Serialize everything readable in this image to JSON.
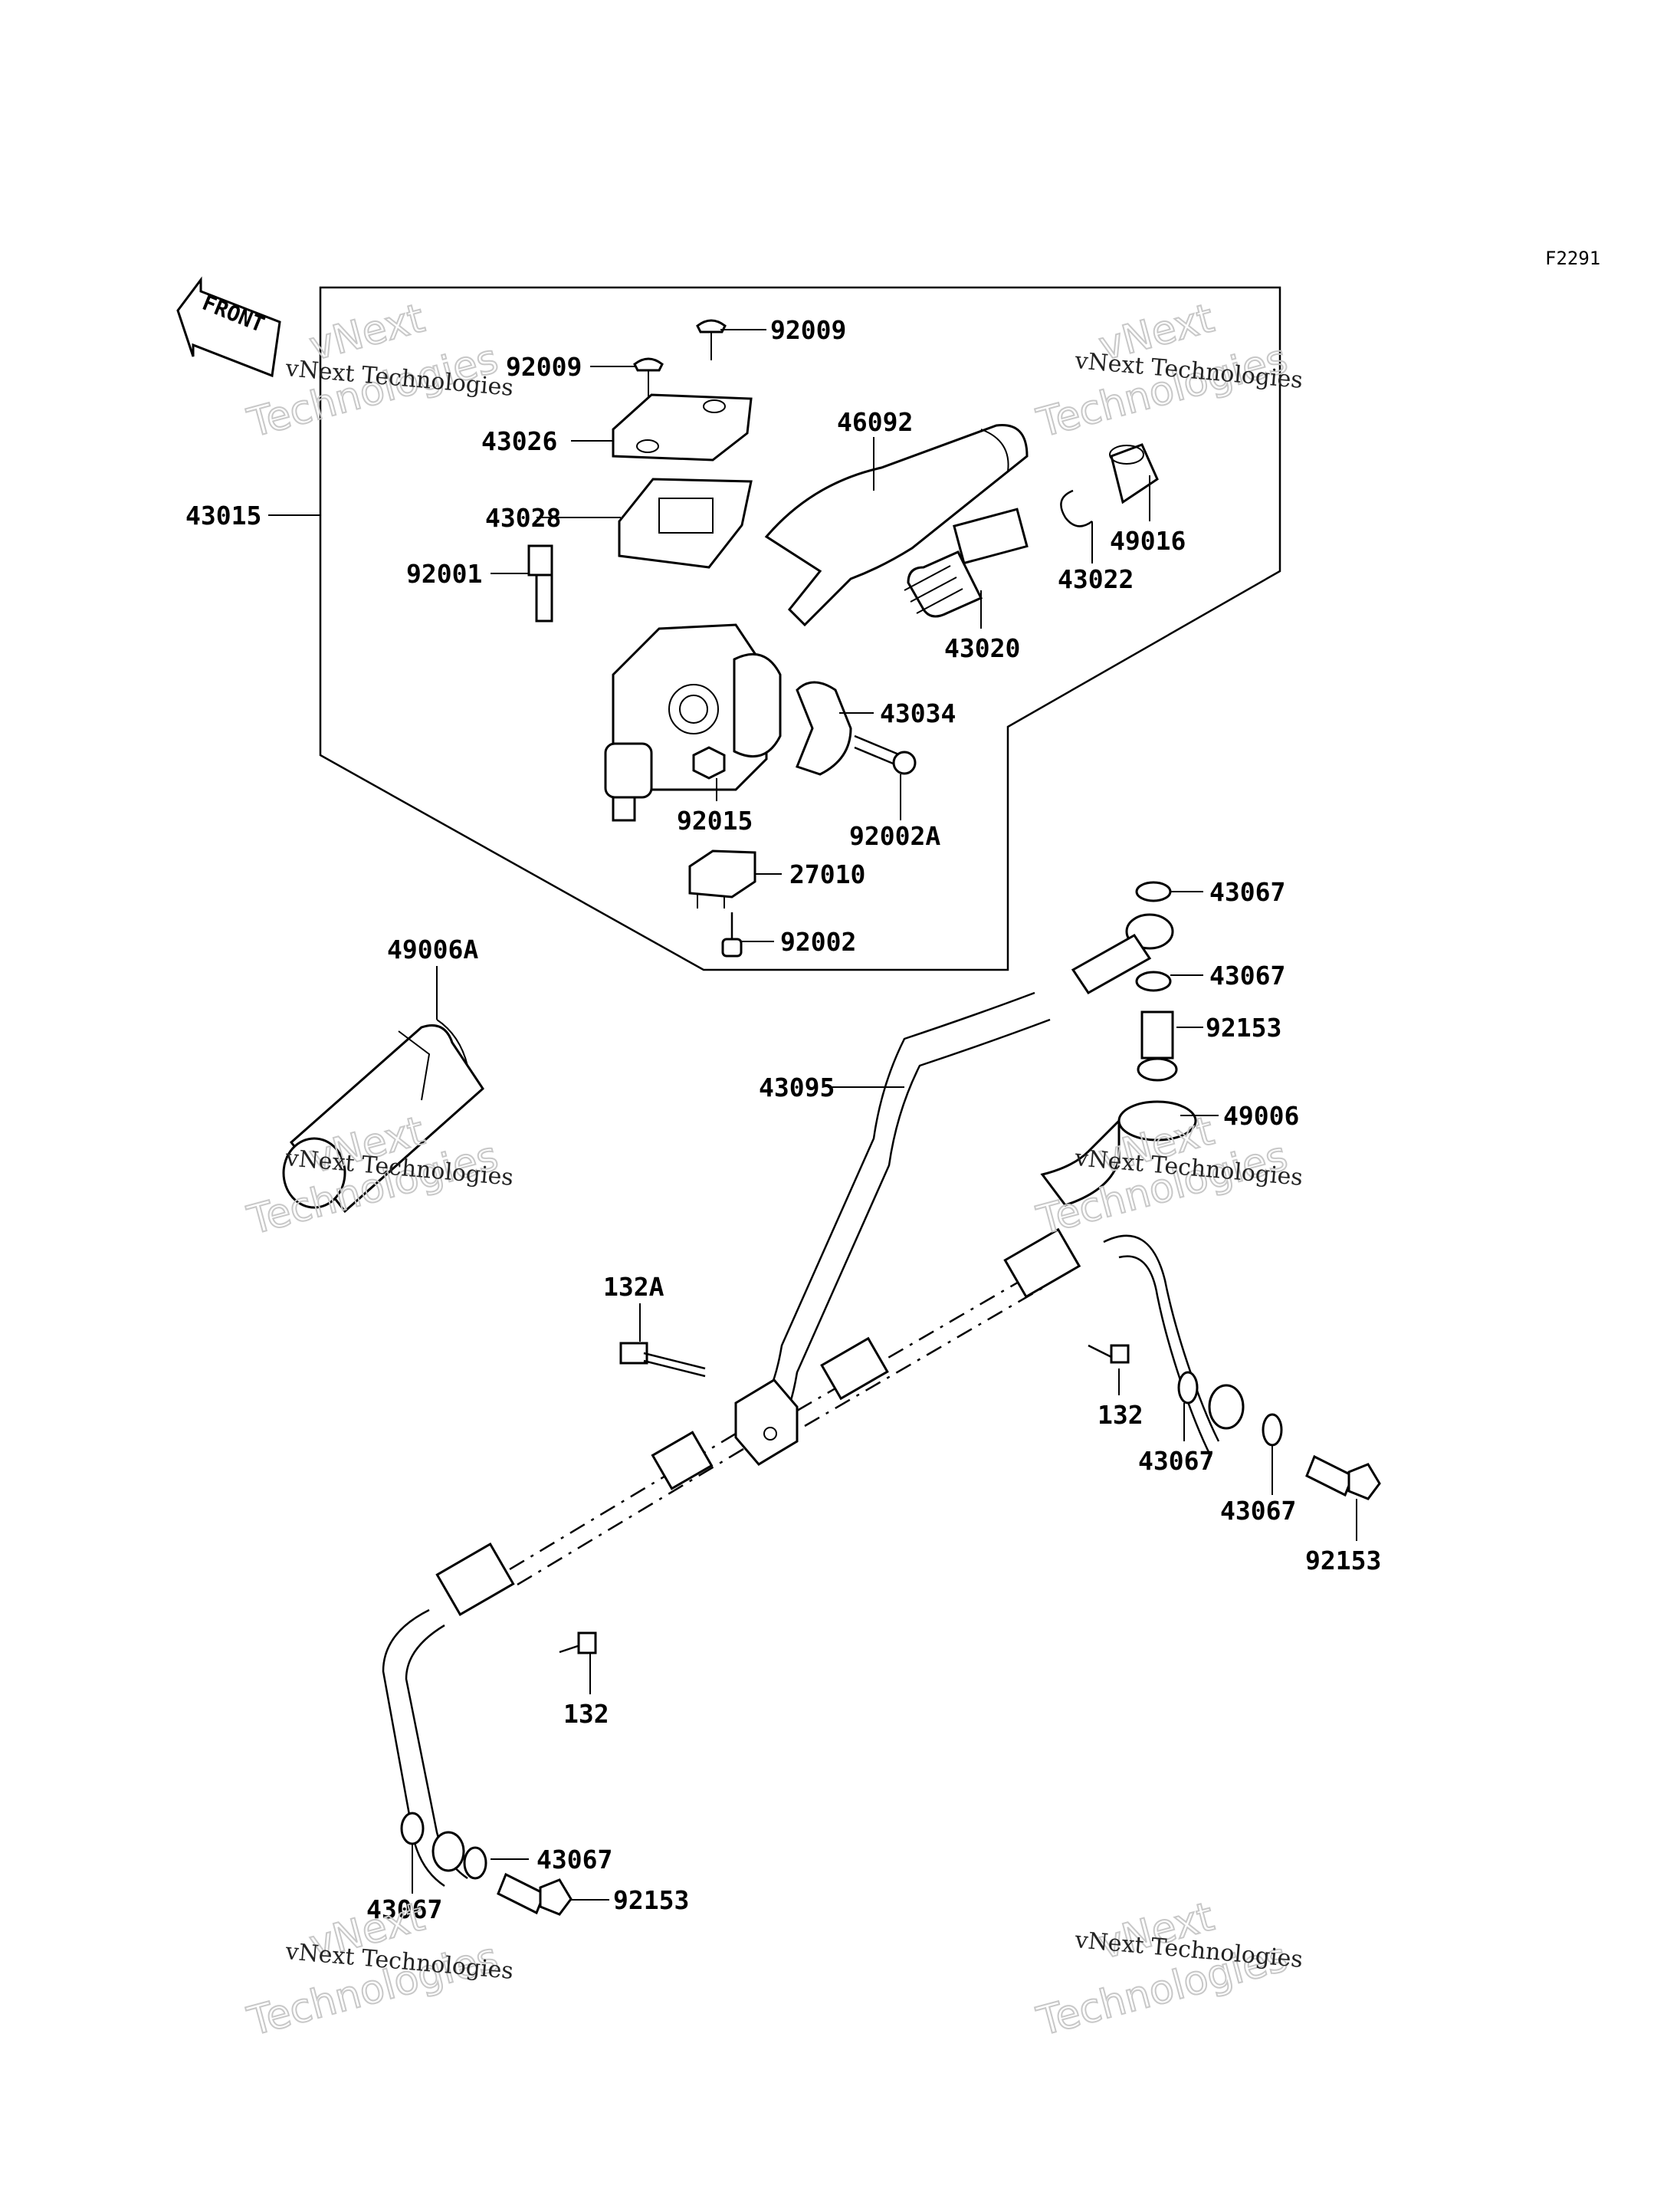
{
  "ref_code": "F2291",
  "front_label": "FRONT",
  "watermark": {
    "line1": "vNext Technologies",
    "line2a": "vNext",
    "line2b": "Technologies"
  },
  "callouts": {
    "c92009_top": "92009",
    "c92009_left": "92009",
    "c43026": "43026",
    "c43028": "43028",
    "c43015": "43015",
    "c92001": "92001",
    "c46092": "46092",
    "c49016": "49016",
    "c43022": "43022",
    "c43020": "43020",
    "c43034": "43034",
    "c92015": "92015",
    "c92002A": "92002A",
    "c27010": "27010",
    "c92002": "92002",
    "c49006A": "49006A",
    "c43067_a": "43067",
    "c43067_b": "43067",
    "c92153_a": "92153",
    "c43095": "43095",
    "c49006": "49006",
    "c132A": "132A",
    "c132_right": "132",
    "c43067_c": "43067",
    "c43067_d": "43067",
    "c92153_b": "92153",
    "c132_left": "132",
    "c43067_e": "43067",
    "c43067_f": "43067",
    "c92153_c": "92153"
  }
}
